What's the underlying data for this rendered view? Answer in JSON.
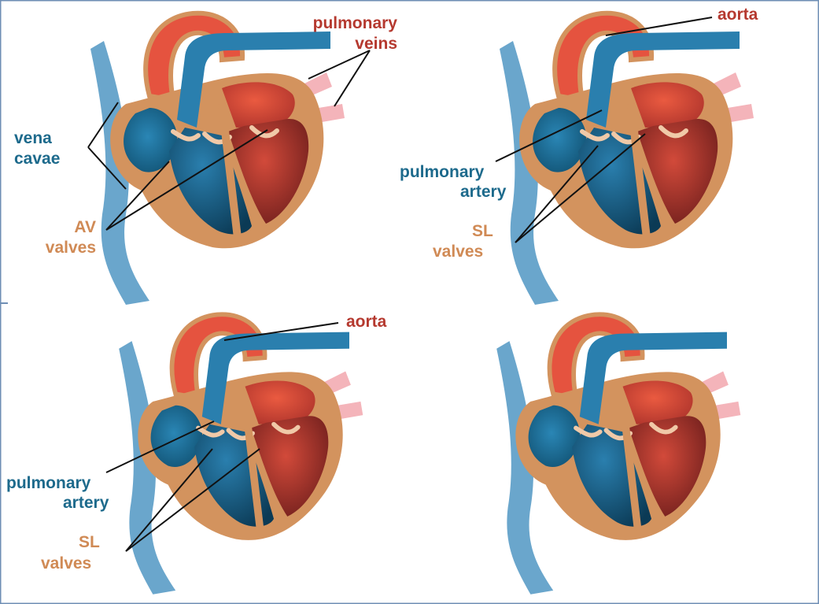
{
  "colors": {
    "label_red": "#b5392f",
    "label_blue": "#1d6a8c",
    "label_tan": "#d08a55",
    "heart_wall": "#d3935e",
    "vena_cava": "#6aa6cc",
    "pulmonary_artery": "#2a7fae",
    "pulmonary_vein": "#f4b4ba",
    "oxygenated": "#c1392e",
    "deoxygenated": "#0f4e6e",
    "border_blue": "#6f8fb5"
  },
  "panels": [
    {
      "labels": {
        "pulmonary_veins_1": "pulmonary",
        "pulmonary_veins_2": "veins",
        "vena_cavae_1": "vena",
        "vena_cavae_2": "cavae",
        "av_valves_1": "AV",
        "av_valves_2": "valves"
      }
    },
    {
      "labels": {
        "aorta": "aorta",
        "pulmonary_artery_1": "pulmonary",
        "pulmonary_artery_2": "artery",
        "sl_valves_1": "SL",
        "sl_valves_2": "valves"
      }
    },
    {
      "labels": {
        "aorta": "aorta",
        "pulmonary_artery_1": "pulmonary",
        "pulmonary_artery_2": "artery",
        "sl_valves_1": "SL",
        "sl_valves_2": "valves"
      }
    },
    {
      "labels": {}
    }
  ]
}
